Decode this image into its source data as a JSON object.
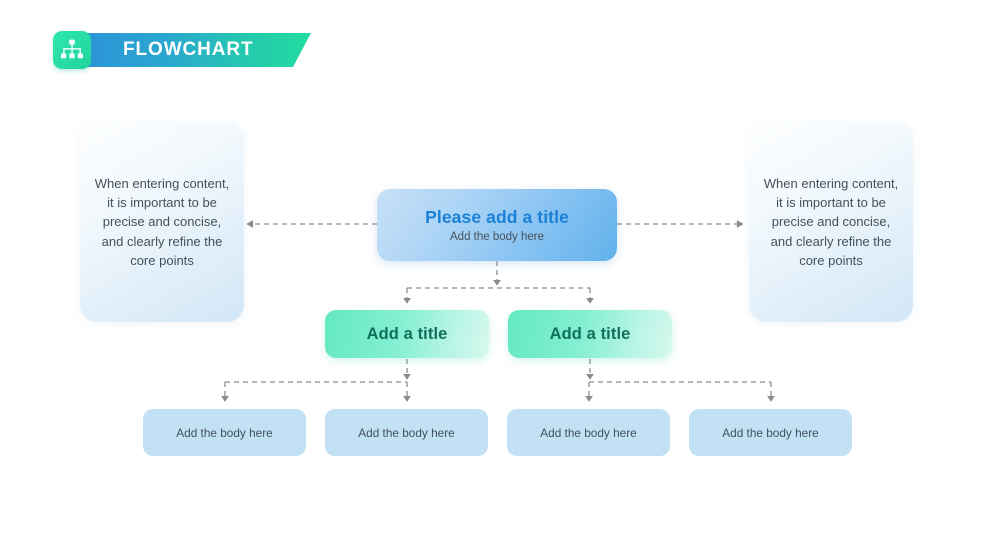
{
  "header": {
    "title": "FLOWCHART",
    "icon": "org-chart-icon",
    "icon_color": "#24dba0",
    "banner_color_left": "#2c93d8",
    "banner_color_right": "#22dca0"
  },
  "center": {
    "title": "Please add a title",
    "subtitle": "Add the body here",
    "title_color": "#1a81d6"
  },
  "side_notes": [
    {
      "text": "When entering content, it is important to be precise and concise, and clearly refine the core points"
    },
    {
      "text": "When entering content, it is important to be precise and concise, and clearly refine the core points"
    }
  ],
  "branches": [
    {
      "title": "Add a title"
    },
    {
      "title": "Add a title"
    }
  ],
  "leaves": [
    {
      "title": "Add the body here"
    },
    {
      "title": "Add the body here"
    },
    {
      "title": "Add the body here"
    },
    {
      "title": "Add the body here"
    }
  ],
  "colors": {
    "background": "#ffffff",
    "center_node": "#86c2f2",
    "branch_node": "#84efd2",
    "leaf_node": "#c2e1f4",
    "connector": "#8b8b8b",
    "body_text": "#44515c"
  }
}
